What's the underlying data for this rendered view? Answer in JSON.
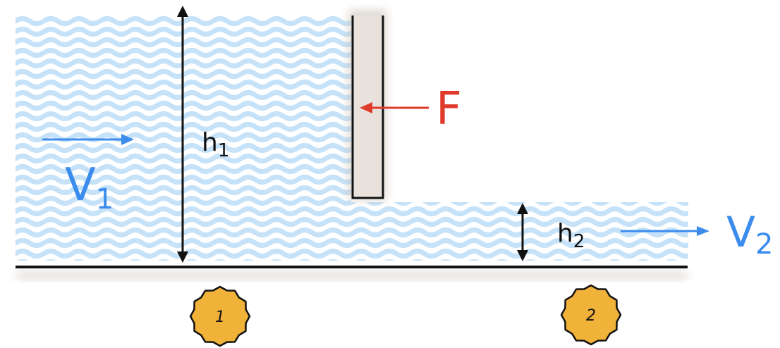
{
  "labels": {
    "h1": "h",
    "h1_sub": "1",
    "h2": "h",
    "h2_sub": "2",
    "v1": "V",
    "v1_sub": "1",
    "v2": "V",
    "v2_sub": "2",
    "force": "F",
    "section1": "1",
    "section2": "2"
  },
  "colors": {
    "water_wave": "#c6e2f8",
    "gate_fill": "#e9e1dc",
    "velocity_arrow": "#3b8ced",
    "force_arrow": "#e03a2a",
    "badge_fill": "#f1b23a",
    "line": "#111111"
  },
  "icons": {
    "section_badge": "star-badge-icon"
  }
}
